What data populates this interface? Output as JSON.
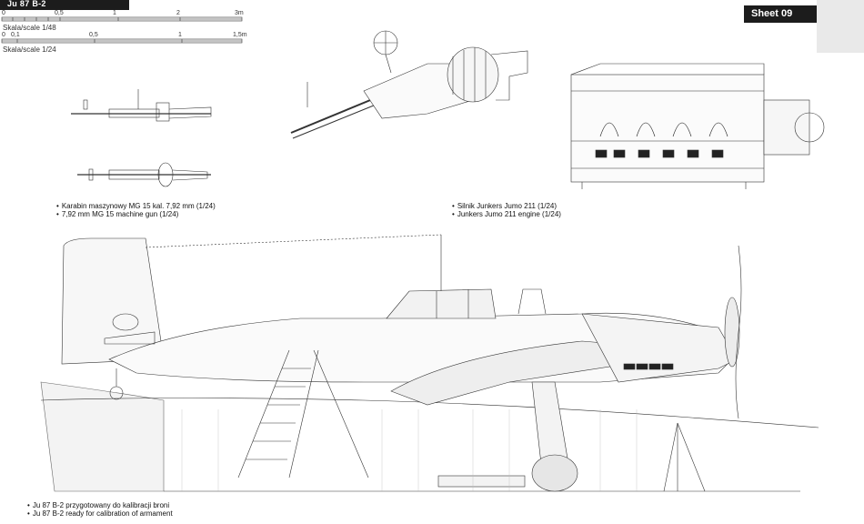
{
  "header": {
    "title": "Ju 87 B-2",
    "sheet": "Sheet 09"
  },
  "scales": [
    {
      "label": "Skala/scale 1/48",
      "ticks": [
        "0",
        "0,5",
        "1",
        "2",
        "3m"
      ]
    },
    {
      "label": "Skala/scale 1/24",
      "ticks": [
        "0",
        "0,1",
        "0,5",
        "1",
        "1,5m"
      ]
    }
  ],
  "captions": {
    "gun": [
      "Karabin maszynowy MG 15 kal. 7,92 mm (1/24)",
      "7,92 mm MG 15 machine gun (1/24)"
    ],
    "engine": [
      "Silnik Junkers Jumo 211 (1/24)",
      "Junkers Jumo 211 engine (1/24)"
    ],
    "aircraft": [
      "Ju 87 B-2 przygotowany do kalibracji broni",
      "Ju 87 B-2 ready for calibration of armament"
    ]
  }
}
